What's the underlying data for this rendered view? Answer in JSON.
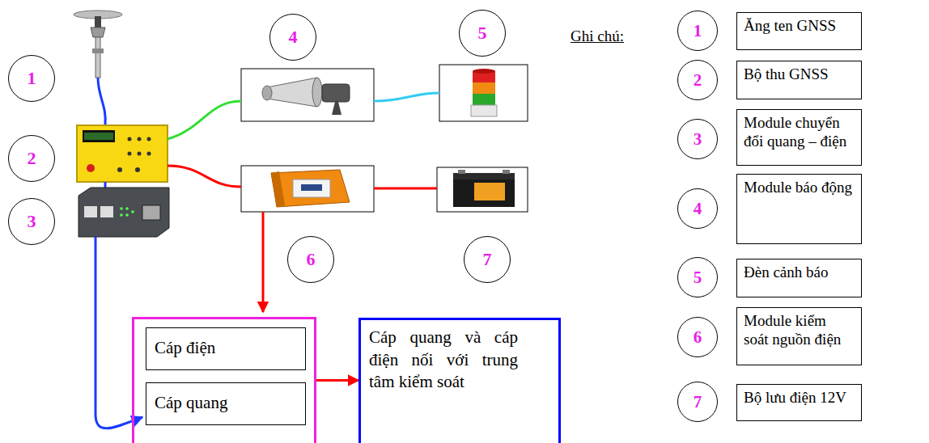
{
  "diagram": {
    "nodes": [
      {
        "text": []
      },
      {
        "text": [
          "Cáp điện"
        ],
        "in": 0
      },
      {
        "text": [
          "Cáp quang"
        ],
        "in": 0
      },
      {
        "text": [
          "Cáp quang và cáp điện nối với trung tâm kiểm soát"
        ]
      },
      {
        "text": [
          "1"
        ]
      },
      {
        "text": [
          "Ăng ten GNSS"
        ]
      },
      {
        "text": [
          "2"
        ]
      },
      {
        "text": [
          "Bộ thu GNSS"
        ]
      },
      {
        "text": [
          "3"
        ]
      },
      {
        "text": [
          "Module chuyển đổi quang – điện"
        ]
      },
      {
        "text": [
          "4"
        ]
      },
      {
        "text": [
          "Module báo động"
        ]
      },
      {
        "text": [
          "5"
        ]
      },
      {
        "text": [
          "Đèn cảnh báo"
        ]
      },
      {
        "text": [
          "6"
        ]
      },
      {
        "text": [
          "Module kiểm soát nguồn điện"
        ]
      },
      {
        "text": [
          "7"
        ]
      },
      {
        "text": [
          "Bộ lưu điện 12V"
        ]
      }
    ],
    "edges": [
      {
        "from": 0,
        "to": 3,
        "arrow": "to"
      }
    ],
    "labels": [
      "1",
      "2",
      "3",
      "4",
      "5",
      "6",
      "7",
      "Ghi chú:"
    ]
  }
}
